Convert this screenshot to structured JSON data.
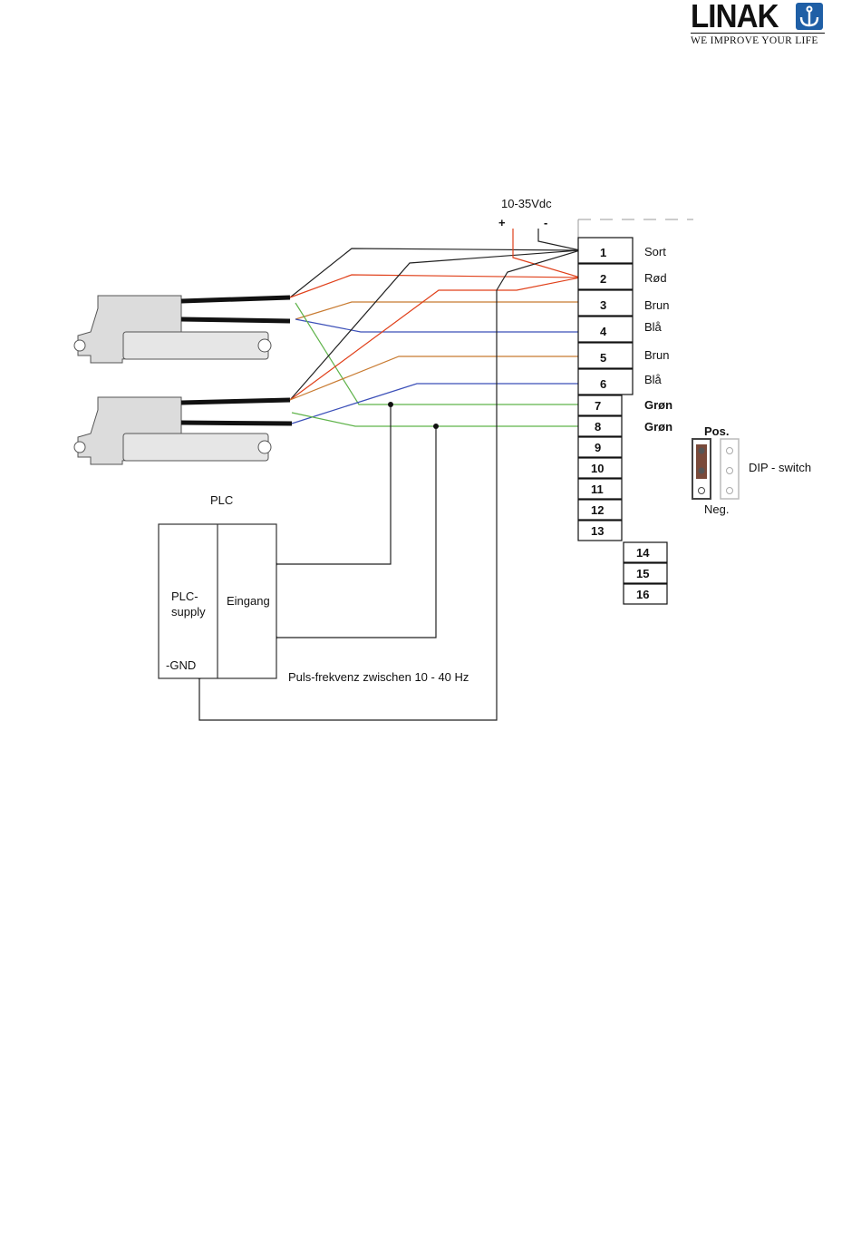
{
  "header": {
    "brand": "LINAK",
    "tagline": "WE IMPROVE YOUR LIFE",
    "logo_icon": "anchor-icon",
    "brand_color": "#1f5fa6"
  },
  "diagram": {
    "supply_label": "10-35Vdc",
    "plus_label": "+",
    "minus_label": "-",
    "terminals": [
      "1",
      "2",
      "3",
      "4",
      "5",
      "6",
      "7",
      "8",
      "9",
      "10",
      "11",
      "12",
      "13",
      "14",
      "15",
      "16"
    ],
    "wire_labels": [
      "Sort",
      "Rød",
      "Brun",
      "Blå",
      "Brun",
      "Blå",
      "Grøn",
      "Grøn"
    ],
    "dip": {
      "pos_label": "Pos.",
      "neg_label": "Neg.",
      "switch_label": "DIP - switch"
    },
    "plc": {
      "title": "PLC",
      "supply_label_line1": "PLC-",
      "supply_label_line2": "supply",
      "gnd_label": "-GND",
      "input_label": "Eingang"
    },
    "pulse_note": "Puls-frekvenz zwischen 10 - 40 Hz",
    "colors": {
      "black": "#222222",
      "red": "#e0401a",
      "brown": "#c87a30",
      "blue": "#3b4fb8",
      "green": "#5fb34a",
      "actuator": "#dcdcdc"
    }
  }
}
